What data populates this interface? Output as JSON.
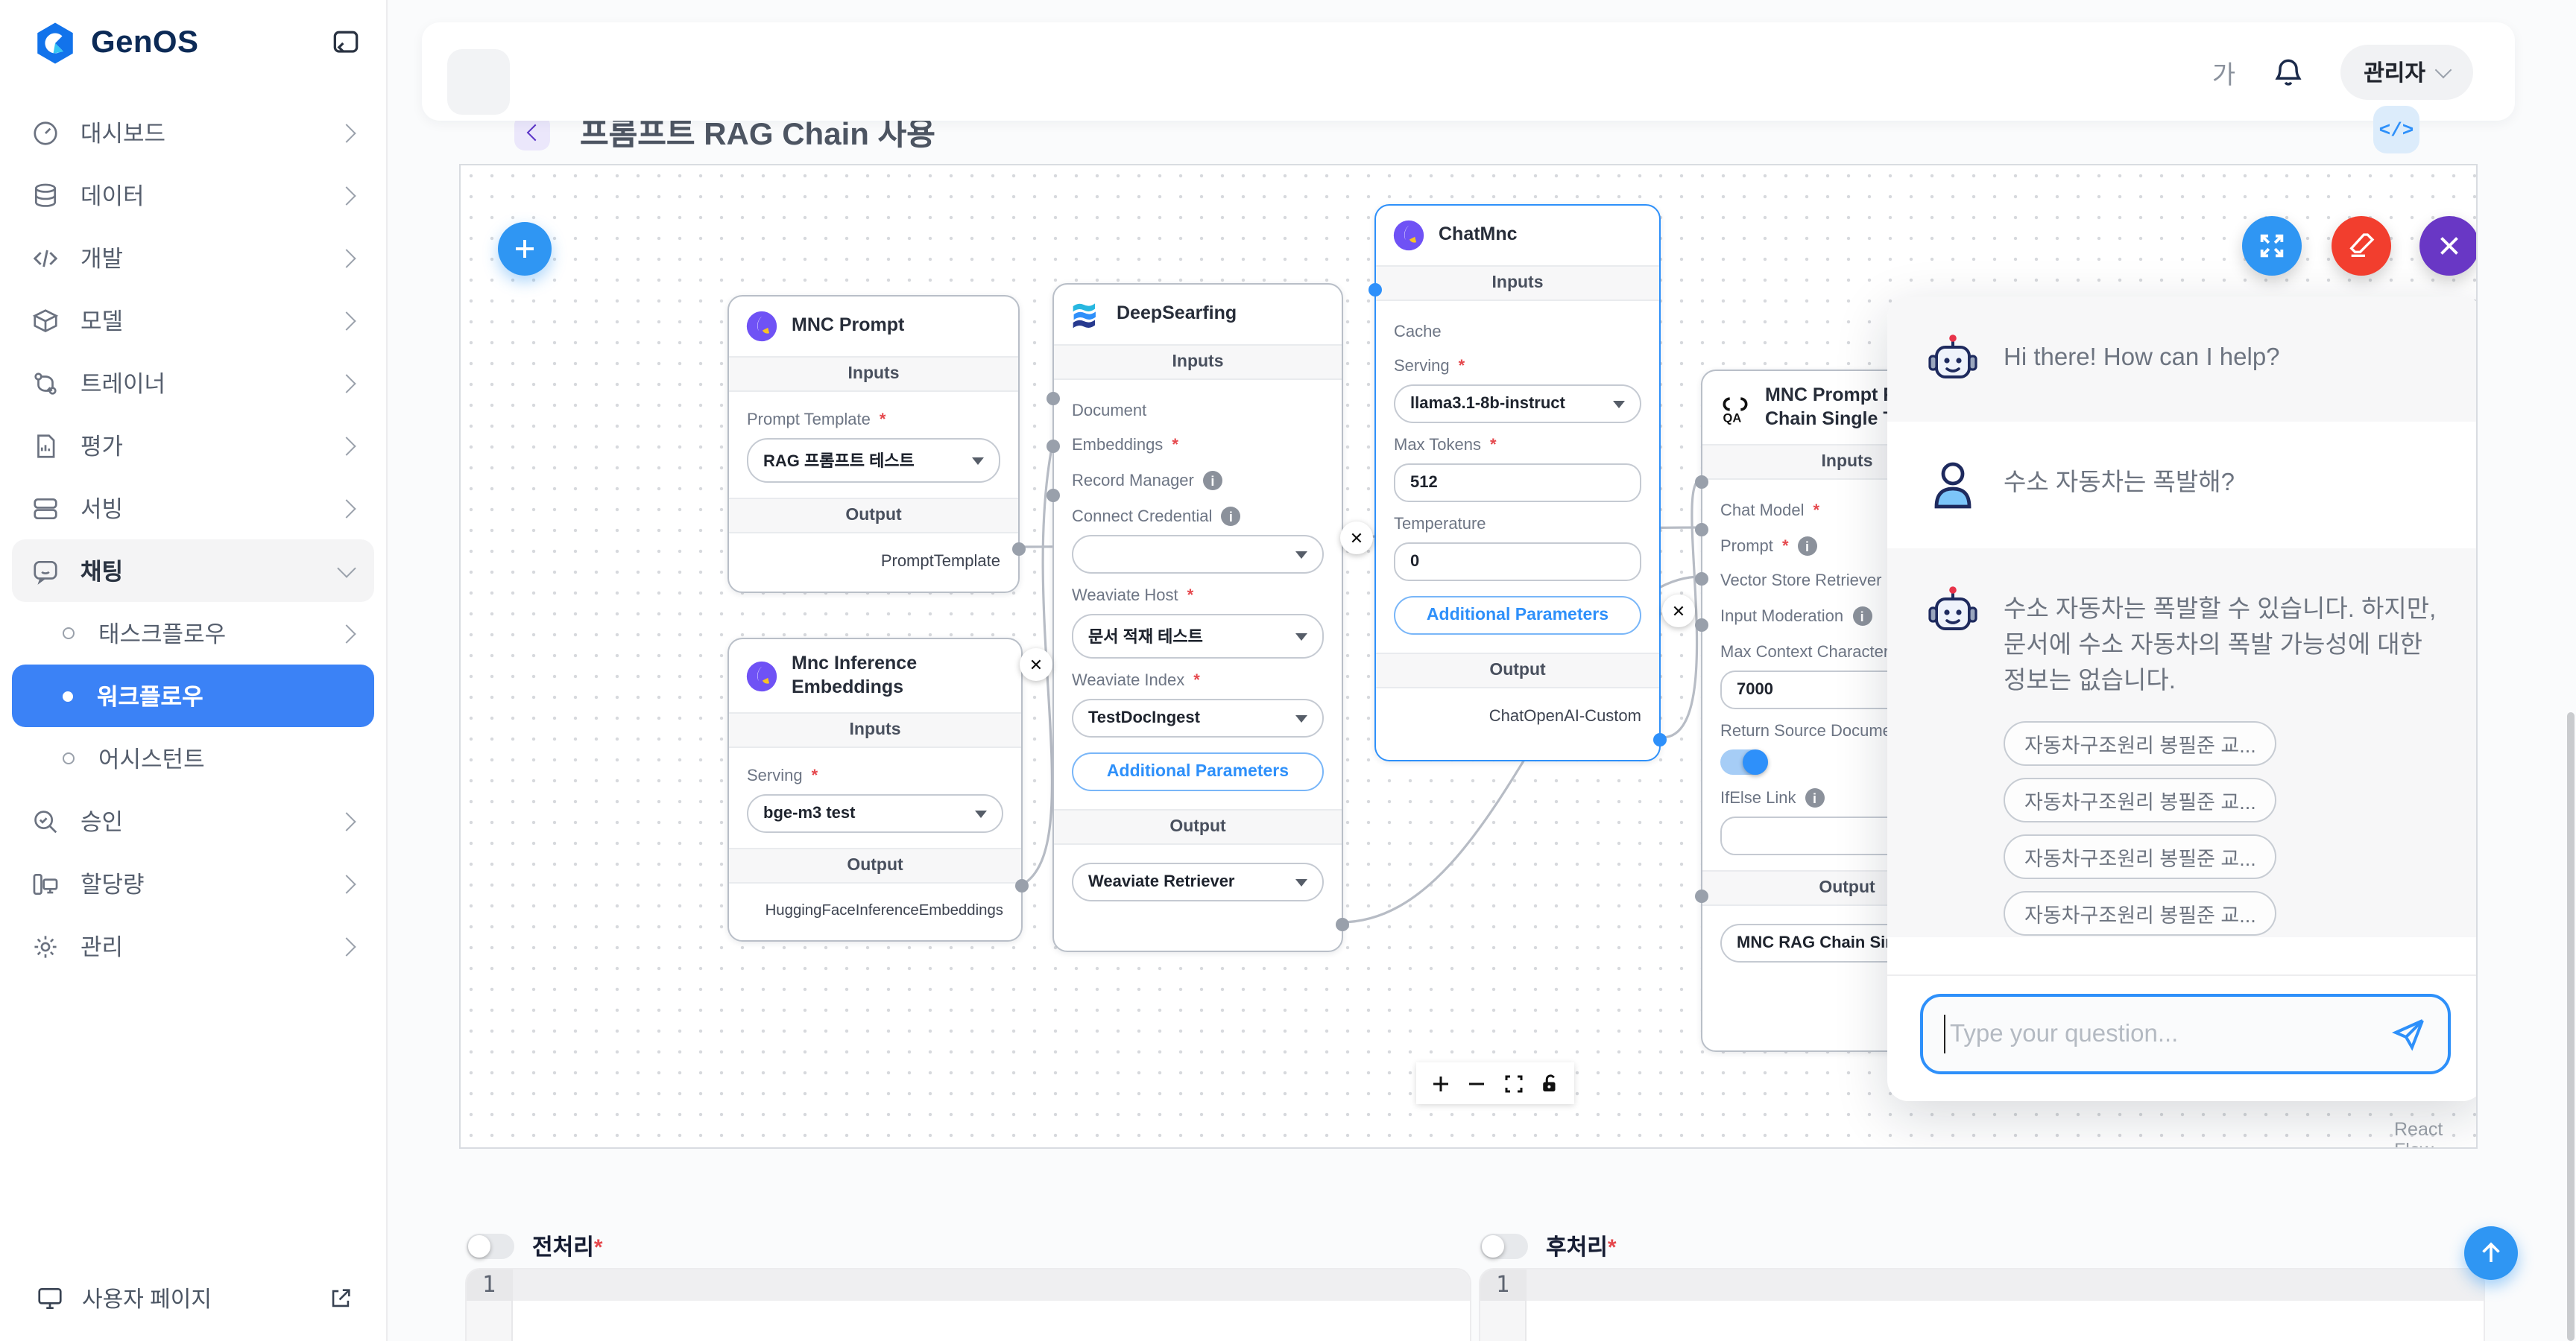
{
  "sidebar": {
    "logo": "GenOS",
    "items": [
      {
        "label": "대시보드",
        "icon": "dashboard-icon"
      },
      {
        "label": "데이터",
        "icon": "database-icon"
      },
      {
        "label": "개발",
        "icon": "code-icon"
      },
      {
        "label": "모델",
        "icon": "model-icon"
      },
      {
        "label": "트레이너",
        "icon": "trainer-icon"
      },
      {
        "label": "평가",
        "icon": "evaluation-icon"
      },
      {
        "label": "서빙",
        "icon": "serving-icon"
      },
      {
        "label": "채팅",
        "icon": "chat-icon"
      },
      {
        "label": "태스크플로우"
      },
      {
        "label": "워크플로우"
      },
      {
        "label": "어시스턴트"
      },
      {
        "label": "승인",
        "icon": "approval-icon"
      },
      {
        "label": "할당량",
        "icon": "quota-icon"
      },
      {
        "label": "관리",
        "icon": "admin-icon"
      }
    ],
    "footer": {
      "label": "사용자 페이지"
    }
  },
  "topbar": {
    "font_size_button": "가",
    "profile_label": "관리자"
  },
  "page": {
    "title": "프롬프트 RAG Chain 사용",
    "code_button": "</>"
  },
  "node_common": {
    "inputs": "Inputs",
    "output": "Output",
    "additional_parameters": "Additional Parameters"
  },
  "nodes": {
    "mnc_prompt": {
      "title": "MNC Prompt",
      "prompt_template_label": "Prompt Template",
      "prompt_template_value": "RAG  프롬프트 테스트",
      "output_name": "PromptTemplate"
    },
    "embeddings": {
      "title": "Mnc Inference Embeddings",
      "serving_label": "Serving",
      "serving_value": "bge-m3 test",
      "output_name": "HuggingFaceInferenceEmbeddings"
    },
    "deepsearfing": {
      "title": "DeepSearfing",
      "document_label": "Document",
      "embeddings_label": "Embeddings",
      "record_manager_label": "Record Manager",
      "connect_credential_label": "Connect Credential",
      "weaviate_host_label": "Weaviate Host",
      "weaviate_host_value": "문서 적재 테스트",
      "weaviate_index_label": "Weaviate Index",
      "weaviate_index_value": "TestDocIngest",
      "output_value": "Weaviate Retriever"
    },
    "chatmnc": {
      "title": "ChatMnc",
      "cache_label": "Cache",
      "serving_label": "Serving",
      "serving_value": "llama3.1-8b-instruct",
      "max_tokens_label": "Max Tokens",
      "max_tokens_value": "512",
      "temperature_label": "Temperature",
      "temperature_value": "0",
      "output_name": "ChatOpenAI-Custom"
    },
    "rag_chain": {
      "title": "MNC Prompt RAG Chain Single Turn",
      "chat_model_label": "Chat Model",
      "prompt_label": "Prompt",
      "vector_store_label": "Vector Store Retriever",
      "input_moderation_label": "Input Moderation",
      "max_context_label": "Max Context Character",
      "max_context_value": "7000",
      "return_source_label": "Return Source Documents",
      "ifelse_label": "IfElse Link",
      "output_value": "MNC RAG Chain Single Turn"
    }
  },
  "chat": {
    "messages": [
      {
        "role": "bot",
        "text": "Hi there! How can I help?"
      },
      {
        "role": "user",
        "text": "수소 자동차는 폭발해?"
      },
      {
        "role": "bot",
        "text": "수소 자동차는 폭발할 수 있습니다. 하지만, 문서에 수소 자동차의 폭발 가능성에 대한 정보는 없습니다."
      }
    ],
    "chips": [
      "자동차구조원리  봉필준  교...",
      "자동차구조원리  봉필준  교...",
      "자동차구조원리  봉필준  교...",
      "자동차구조원리  봉필준  교..."
    ],
    "input_placeholder": "Type your question..."
  },
  "canvas": {
    "attribution": "React Flow"
  },
  "bottom": {
    "pre_label": "전처리",
    "post_label": "후처리",
    "line_number": "1"
  },
  "misc": {
    "req": "*"
  },
  "colors": {
    "accent_blue": "#2f96f3",
    "selected_border": "#2e90fa",
    "danger_red": "#f23e2e",
    "purple": "#6937c5",
    "active_item_blue": "#3b82f6",
    "node_logo_purple": "#6c5ce7"
  }
}
